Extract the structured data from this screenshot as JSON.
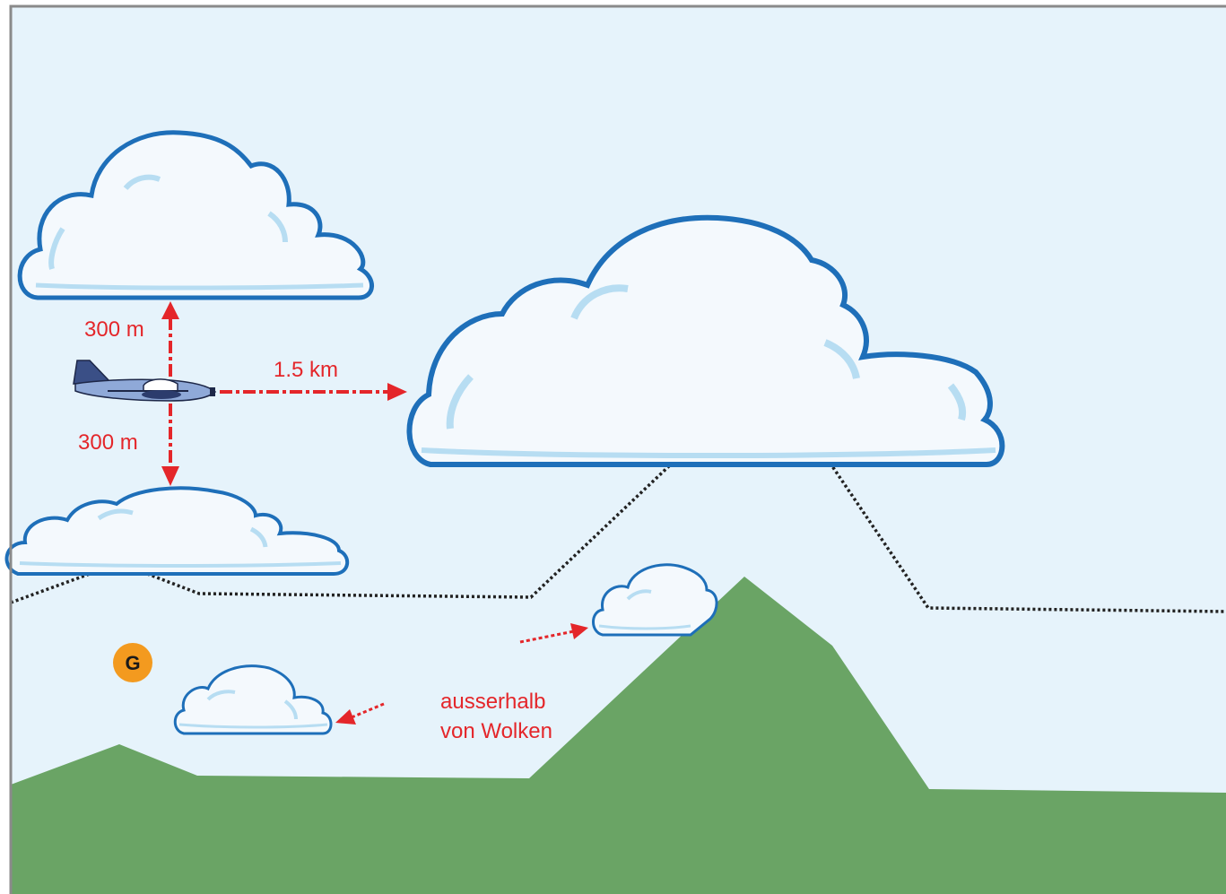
{
  "diagram": {
    "labels": {
      "vertical_above": "300 m",
      "vertical_below": "300 m",
      "horizontal": "1.5 km",
      "outside_clouds_line1": "ausserhalb",
      "outside_clouds_line2": "von Wolken"
    },
    "airspace_badge": "G",
    "colors": {
      "sky": "#e6f3fb",
      "ground": "#6aa465",
      "cloud_outline": "#1e6fb9",
      "cloud_fill": "#f4f9fd",
      "cloud_inner": "#b7ddf2",
      "annotation": "#e4262a",
      "badge": "#f39a1f",
      "boundary_line": "#222222",
      "frame": "#8a8a8a"
    },
    "icons": {
      "aircraft": "aircraft-icon",
      "badge": "airspace-class-badge"
    }
  }
}
